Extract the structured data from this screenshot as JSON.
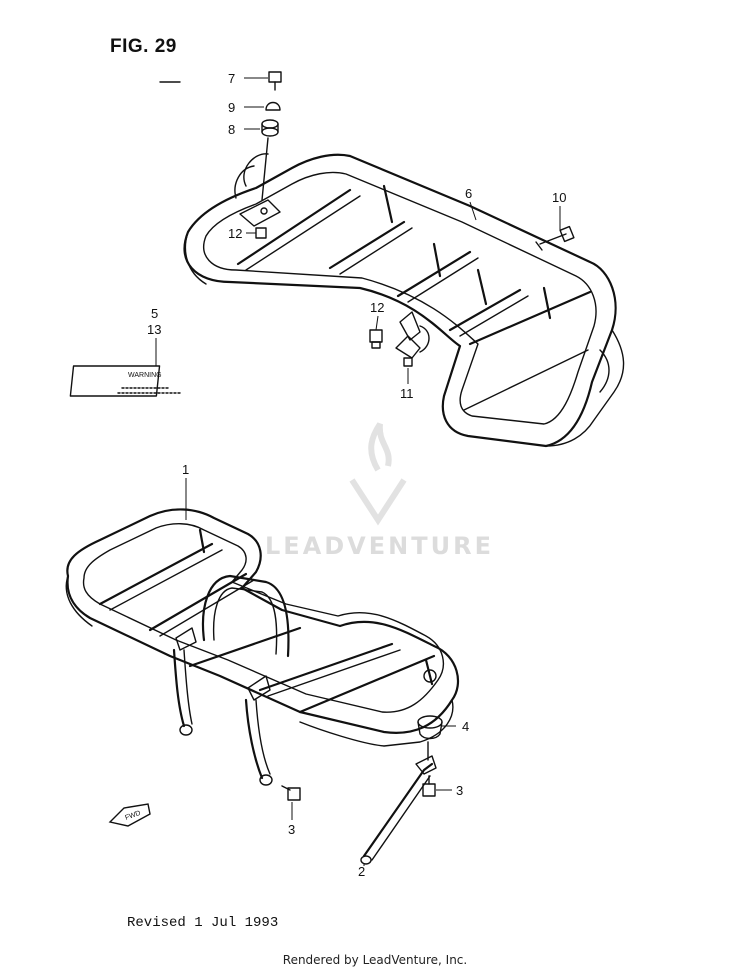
{
  "figure": {
    "title": "FIG. 29"
  },
  "revision": "Revised 1 Jul 1993",
  "footer": "Rendered by LeadVenture, Inc.",
  "watermark": "LEADVENTURE",
  "label_text": {
    "heading": "WARNING"
  },
  "fwd_marker": "FWD",
  "parts": [
    {
      "ref": "7"
    },
    {
      "ref": "9"
    },
    {
      "ref": "8"
    },
    {
      "ref": "12"
    },
    {
      "ref": "6"
    },
    {
      "ref": "10"
    },
    {
      "ref": "12"
    },
    {
      "ref": "11"
    },
    {
      "ref": "5"
    },
    {
      "ref": "13"
    },
    {
      "ref": "1"
    },
    {
      "ref": "4"
    },
    {
      "ref": "3"
    },
    {
      "ref": "3"
    },
    {
      "ref": "2"
    }
  ]
}
